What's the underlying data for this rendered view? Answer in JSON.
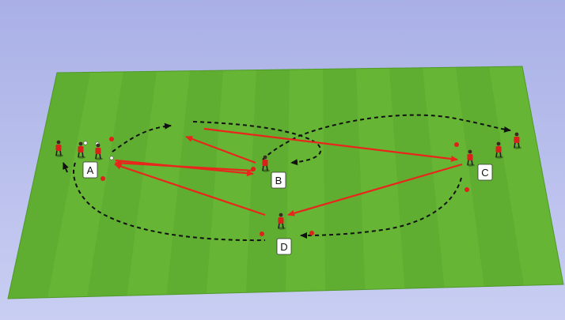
{
  "colors": {
    "sky_top": "#a9b0e6",
    "sky_bottom": "#c9cef2",
    "grass_light": "#6fbf3a",
    "grass_dark": "#5aa82d",
    "pass_arrow": "#e8261c",
    "run_path": "#111111",
    "player_shirt": "#d9201a",
    "cone": "#e0201a",
    "label_bg": "#ffffff"
  },
  "icons": {
    "player": "player-figure-icon",
    "cone": "cone-marker-icon",
    "ball": "ball-icon"
  },
  "stations": {
    "a": {
      "label": "A"
    },
    "b": {
      "label": "B"
    },
    "c": {
      "label": "C"
    },
    "d": {
      "label": "D"
    }
  }
}
